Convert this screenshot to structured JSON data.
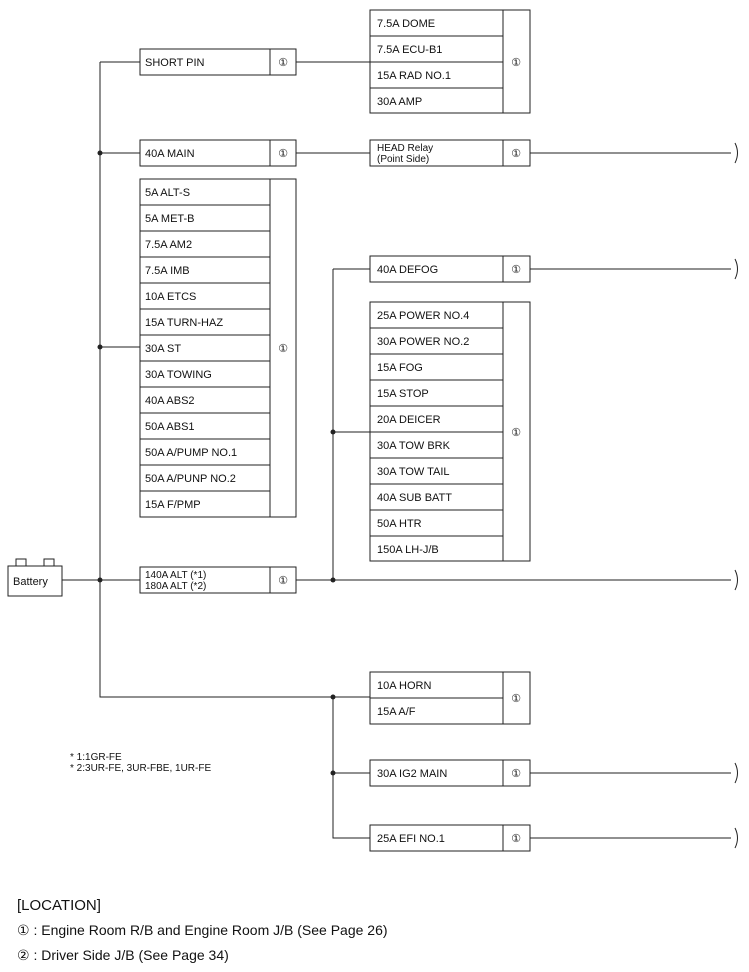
{
  "battery": {
    "label": "Battery"
  },
  "location_mark": "①",
  "fuses": {
    "short_pin": "SHORT PIN",
    "main_40a": "40A MAIN",
    "alt_group": [
      "5A ALT-S",
      "5A MET-B",
      "7.5A AM2",
      "7.5A IMB",
      "10A ETCS",
      "15A TURN-HAZ",
      "30A ST",
      "30A TOWING",
      "40A ABS2",
      "50A ABS1",
      "50A A/PUMP NO.1",
      "50A A/PUNP NO.2",
      "15A F/PMP"
    ],
    "alt_140a": "140A ALT (*1)",
    "alt_180a": "180A ALT (*2)",
    "dome_group": [
      "7.5A DOME",
      "7.5A ECU-B1",
      "15A RAD NO.1",
      "30A AMP"
    ],
    "head_relay_line1": "HEAD Relay",
    "head_relay_line2": "(Point Side)",
    "defog": "40A DEFOG",
    "power_group": [
      "25A POWER NO.4",
      "30A POWER NO.2",
      "15A FOG",
      "15A STOP",
      "20A DEICER",
      "30A TOW BRK",
      "30A TOW TAIL",
      "40A SUB BATT",
      "50A HTR",
      "150A LH-J/B"
    ],
    "horn_group": [
      "10A HORN",
      "15A A/F"
    ],
    "ig2_main": "30A IG2 MAIN",
    "efi_no1": "25A EFI NO.1"
  },
  "notes": [
    "* 1:1GR-FE",
    "* 2:3UR-FE, 3UR-FBE, 1UR-FE"
  ],
  "location": {
    "title": "[LOCATION]",
    "items": [
      {
        "mark": "①",
        "text": " : Engine Room R/B and Engine Room J/B (See Page 26)"
      },
      {
        "mark": "②",
        "text": " : Driver Side J/B (See Page 34)"
      }
    ]
  }
}
